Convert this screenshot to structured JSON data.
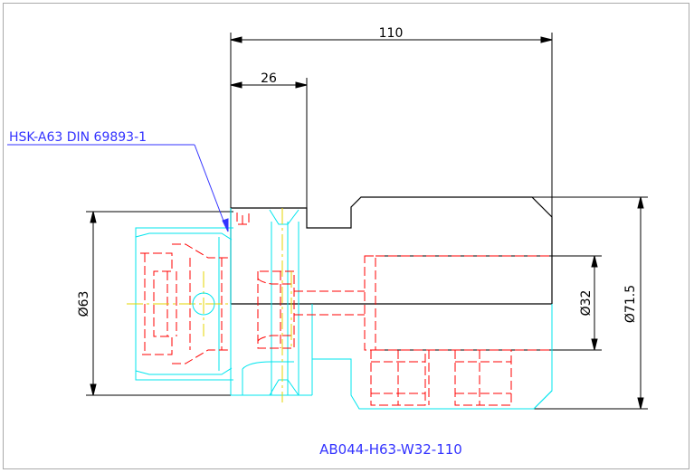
{
  "drawing": {
    "part_number": "AB044-H63-W32-110",
    "standard_label": "HSK-A63 DIN 69893-1",
    "dimensions": {
      "overall_length": "110",
      "shank_length": "26",
      "flange_diameter": "Ø63",
      "bore_diameter": "Ø32",
      "body_diameter": "Ø71.5"
    }
  },
  "colors": {
    "outline": "#000000",
    "hidden": "#ff0000",
    "holder": "#00e5ee",
    "centerline": "#e6d400",
    "callout": "#3333ff",
    "border": "#aaaaaa"
  }
}
